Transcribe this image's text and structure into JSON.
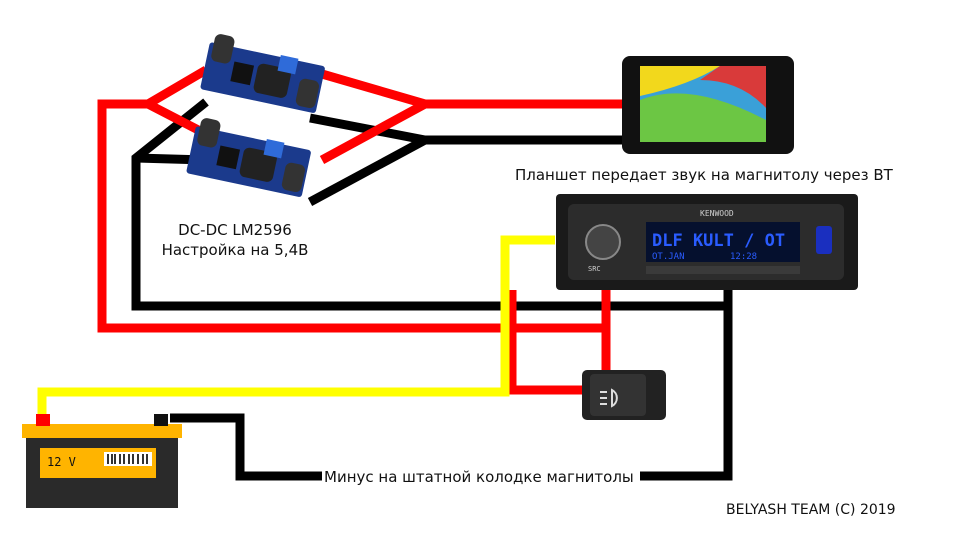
{
  "labels": {
    "tablet": "Планшет передает звук на магнитолу через BT",
    "dcdc_line1": "DC-DC LM2596",
    "dcdc_line2": "Настройка на 5,4В",
    "minus": "Минус на штатной колодке магнитолы",
    "credit": "BELYASH TEAM (C) 2019"
  },
  "radio": {
    "brand": "KENWOOD",
    "display_main": "DLF KULT / OT",
    "display_sub": "OT.JAN",
    "display_time": "12:28",
    "src": "SRC"
  },
  "battery": {
    "voltage": "12 V"
  },
  "colors": {
    "wire_red": "#ff0000",
    "wire_black": "#000000",
    "wire_yellow": "#ffff00",
    "display": "#2a5cff",
    "pcb": "#1b3a8c"
  },
  "icons": [
    "dc-dc-module-icon",
    "tablet-icon",
    "car-radio-icon",
    "fog-light-switch-icon",
    "battery-icon"
  ]
}
